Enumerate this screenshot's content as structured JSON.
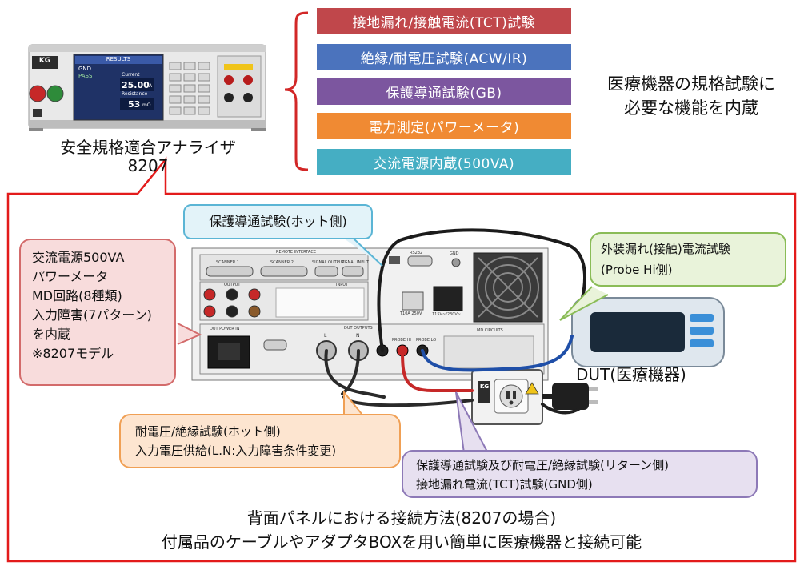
{
  "features": [
    {
      "label": "接地漏れ/接触電流(TCT)試験",
      "color": "#c0474b"
    },
    {
      "label": "絶縁/耐電圧試験(ACW/IR)",
      "color": "#4b73bd"
    },
    {
      "label": "保護導通試験(GB)",
      "color": "#7c569f"
    },
    {
      "label": "電力測定(パワーメータ)",
      "color": "#f08a33"
    },
    {
      "label": "交流電源内蔵(500VA)",
      "color": "#45aec3"
    }
  ],
  "feature_summary": [
    "医療機器の規格試験に",
    "必要な機能を内蔵"
  ],
  "product": {
    "name": "安全規格適合アナライザ",
    "model": "8207",
    "logo": "KG",
    "screen_title": "RESULTS",
    "screen_mode": "GND",
    "screen_status": "PASS",
    "current_label": "Current",
    "current_value": "25.00",
    "current_unit": "A",
    "resistance_label": "Resistance",
    "resistance_value": "53",
    "resistance_unit": "mΩ"
  },
  "panel_labels": {
    "remote_interface": "REMOTE INTERFACE",
    "scanner1": "SCANNER 1",
    "scanner2": "SCANNER 2",
    "signal_output": "SIGNAL OUTPUT",
    "signal_input": "SIGNAL INPUT",
    "output": "OUTPUT",
    "input": "INPUT",
    "rs232": "RS232",
    "gnd": "GND",
    "dut_power": "DUT POWER IN",
    "dut_outputs": "DUT OUTPUTS",
    "md_circuits": "MD CIRCUITS",
    "fuse": "T10A 250V",
    "ac_in": "115V~/230V~",
    "l": "L",
    "n": "N",
    "probe_hi": "PROBE HI",
    "probe_lo": "PROBE LO"
  },
  "adapter_logo": "KG",
  "callouts": {
    "hot_side": "保護導通試験(ホット側)",
    "enclosure_leak": [
      "外装漏れ(接触)電流試験",
      "(Probe Hi側)"
    ],
    "internal": [
      "交流電源500VA",
      "パワーメータ",
      "MD回路(8種類)",
      "入力障害(7パターン)",
      "を内蔵",
      "※8207モデル"
    ],
    "hipot_hot": [
      "耐電圧/絶縁試験(ホット側)",
      "入力電圧供給(L.N:入力障害条件変更)"
    ],
    "return_side": [
      "保護導通試験及び耐電圧/絶縁試験(リターン側)",
      "接地漏れ電流(TCT)試験(GND側)"
    ]
  },
  "dut_label": "DUT(医療機器)",
  "bottom_caption": [
    "背面パネルにおける接続方法(8207の場合)",
    "付属品のケーブルやアダプタBOXを用い簡単に医療機器と接続可能"
  ]
}
